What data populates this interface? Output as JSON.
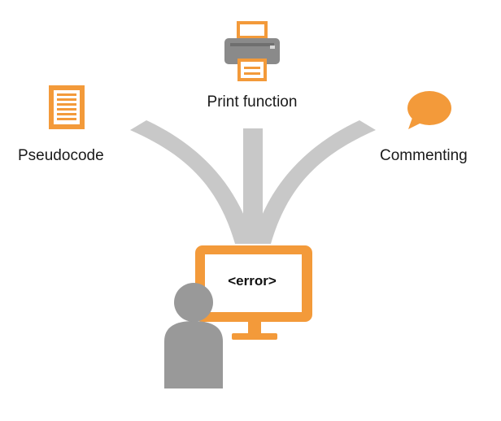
{
  "diagram": {
    "top_label": "Print function",
    "left_label": "Pseudocode",
    "right_label": "Commenting",
    "screen_text": "<error>"
  },
  "colors": {
    "accent": "#f39a3a",
    "arrow": "#c8c8c8",
    "person": "#999999",
    "printer_body": "#8a8a8a",
    "text": "#1a1a1a"
  },
  "icons": {
    "top": "printer-icon",
    "left": "document-icon",
    "right": "speech-bubble-icon",
    "center": "monitor-icon",
    "person": "user-icon"
  }
}
